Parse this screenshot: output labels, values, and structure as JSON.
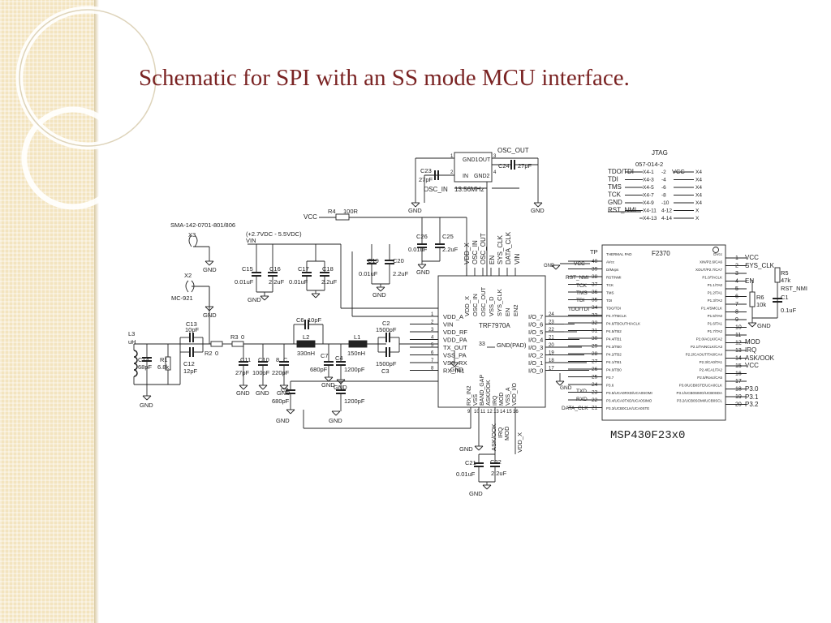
{
  "slide": {
    "title": "Schematic for SPI with an SS mode MCU interface."
  },
  "colors": {
    "title": "#7a2323",
    "sidebar": "#f3e4bf",
    "line": "#222222"
  },
  "schematic": {
    "crystal": {
      "osc_out": "OSC_OUT",
      "osc_in": "OSC_IN",
      "freq": "13.56MHz",
      "pin1": "GND1OUT",
      "pin2": "IN",
      "pin3": "GND2",
      "c23": "C23",
      "c23_val": "27pF",
      "c24": "C24",
      "c24_val": "27pF",
      "n1": "1",
      "n2": "2",
      "n3": "3",
      "n4": "4"
    },
    "jtag": {
      "title": "JTAG",
      "part": "057-014-2",
      "vcc": "VCC",
      "rows": [
        {
          "sig": "TDO/TDI",
          "pin": "X4-1",
          "num": "-2",
          "end": "X4"
        },
        {
          "sig": "TDI",
          "pin": "X4-3",
          "num": "-4",
          "end": "X4"
        },
        {
          "sig": "TMS",
          "pin": "X4-5",
          "num": "-6",
          "end": "X4"
        },
        {
          "sig": "TCK",
          "pin": "X4-7",
          "num": "-8",
          "end": "X4"
        },
        {
          "sig": "GND",
          "pin": "X4-9",
          "num": "-10",
          "end": "X4"
        },
        {
          "sig": "RST_NMI",
          "pin": "X4-11",
          "num": "4-12",
          "end": "X"
        },
        {
          "sig": "",
          "pin": "X4-13",
          "num": "4-14",
          "end": "X"
        }
      ]
    },
    "antenna": {
      "part": "SMA-142-0701-801/806",
      "x3": "X3",
      "x2": "X2",
      "mc": "MC-921"
    },
    "supply": {
      "vcc": "VCC",
      "r4": "R4",
      "r4_val": "100R",
      "range": "(+2.7VDC - 5.5VDC)",
      "vin": "VIN"
    },
    "caps": {
      "c15": "C15",
      "c16": "C16",
      "c17": "C17",
      "c18": "C18",
      "c19": "C19",
      "c20": "C20",
      "c25": "C25",
      "c26": "C26",
      "v001": "0.01uF",
      "v22": "2.2uF",
      "v01": "0.01uF",
      "v22b": "2.2uF"
    },
    "vertical_labels": [
      "VDD_X",
      "OSC_IN",
      "OSC_OUT",
      "EN",
      "SYS_CLK",
      "DATA_CLK",
      "VIN"
    ],
    "chip": {
      "name": "TRF7970A",
      "gndpad": "GND(PAD)",
      "pad_num": "33",
      "left_pins": [
        "VDD_A",
        "VIN",
        "VDD_RF",
        "VDD_PA",
        "TX_OUT",
        "VSS_PA",
        "VSS_RX",
        "RX_IN1"
      ],
      "left_nums": [
        "1",
        "2",
        "3",
        "4",
        "5",
        "6",
        "7",
        "8"
      ],
      "right_pins": [
        "I/O_7",
        "I/O_6",
        "I/O_5",
        "I/O_4",
        "I/O_3",
        "I/O_2",
        "I/O_1",
        "I/O_0"
      ],
      "right_nums": [
        "24",
        "23",
        "22",
        "21",
        "20",
        "19",
        "18",
        "17"
      ],
      "top_pins": [
        "VDD_X",
        "OSC_IN",
        "OSC_OUT",
        "VSS_D",
        "SYS_CLK",
        "EN",
        "EN2"
      ],
      "bottom_pins": [
        "RX_IN2",
        "VSS",
        "BAND_GAP",
        "ASK/OOK",
        "IRQ",
        "MOD",
        "VSS_A",
        "VDD_I/O"
      ],
      "bottom_nums": [
        "9",
        "10",
        "11",
        "12",
        "13",
        "14",
        "15",
        "16"
      ]
    },
    "rf": {
      "l3": "L3",
      "uh": "uH",
      "c14": "C14",
      "c14_val": "68pF",
      "r1": "R1",
      "r1_val": "6.8k",
      "c13": "C13",
      "c13_val": "10pF",
      "c12": "C12",
      "c12_val": "12pF",
      "r2": "R2",
      "r2_val": "0",
      "r3": "R3",
      "r3_val": "0",
      "c11": "C11",
      "c10": "C10",
      "c8": "8",
      "c": "C",
      "v27": "27pF",
      "v100": "100pF",
      "v220": "220pF",
      "c6": "C6",
      "c6_val": "10pF",
      "l2": "L2",
      "l2_val": "330nH",
      "c7": "C7",
      "c7_val": "680pF",
      "c4": "C4",
      "c4_val": "1200pF",
      "l1": "L1",
      "l1_val": "150nH",
      "c2": "C2",
      "c2_val": "1500pF",
      "c3": "C3",
      "c3_val": "1500pF",
      "c9": "C9",
      "c9_val": "680pF",
      "c5": "C5",
      "c5_val": "1200pF"
    },
    "bottom": {
      "ask": "ASK/OOK",
      "irq": "IRQ",
      "mod": "MOD",
      "vddx": "VDD_X",
      "c21": "C21",
      "c22": "C22",
      "v001": "0.01uF",
      "v22": "2.2uF"
    },
    "mcu": {
      "name": "F2370",
      "label": "MSP430F23x0",
      "tp": "TP",
      "vcc": "VCC",
      "left_labels": [
        "THERMAL PAD",
        "AVcc",
        "D/Mvps",
        "RST/NMI",
        "TCK",
        "TMS",
        "TDI",
        "TDO/TDI",
        "P4.7/TBCLK",
        "P4.6/TBOUTH/ACLK",
        "P4.5/TB2",
        "P4.4/TB1",
        "P4.3/TB0",
        "P4.2/TB2",
        "P4.1/TB1",
        "P4.0/TB0",
        "P3.7",
        "P3.6",
        "P3.5/UCA0RXD/UCA0SOMI",
        "P3.4/UCA0TXD/UCA0SIMO",
        "P3.3/UCB0CLK/UCA0STE"
      ],
      "left_nums": [
        "40",
        "39",
        "38",
        "37",
        "36",
        "35",
        "34",
        "33",
        "32",
        "31",
        "30",
        "29",
        "28",
        "27",
        "26",
        "25",
        "24",
        "23",
        "22",
        "21"
      ],
      "left_ext": [
        "VCC",
        "RST_NMI",
        "TCK",
        "TMS",
        "TDI",
        "TDO/TDI",
        "TXD",
        "RXD",
        "DATA_CLK"
      ],
      "right_labels": [
        "DVcc",
        "XIN/P2.6/CA6",
        "XOUT/P2.7/CA7",
        "P1.0/TACLK",
        "P1.1/TA0",
        "P1.2/TA1",
        "P1.3/TA2",
        "P1.4/SMCLK",
        "P1.5/TA0",
        "P1.6/TA1",
        "P1.7/TA2",
        "P2.0/ACLK/CA2",
        "P2.1/TAINCLK/CA3",
        "P2.2/CAOUT/TA0/CA4",
        "P2.3/CA0/TA1",
        "P2.4/CA1/TA2",
        "P2.5/Rosc/CA5",
        "P3.0/UCB0STE/UCA0CLK",
        "P3.1/UCB0SIMO/UCB0SDA",
        "P3.2/UCB0SOMI/UCB0SCL"
      ],
      "right_nums": [
        "1",
        "2",
        "3",
        "4",
        "5",
        "6",
        "7",
        "8",
        "9",
        "10",
        "11",
        "12",
        "13",
        "14",
        "15",
        "16",
        "17",
        "18",
        "19",
        "20"
      ],
      "right_ext": [
        "VCC",
        "SYS_CLK",
        "EN",
        "MOD",
        "IRQ",
        "ASK/OOK",
        "VCC",
        "P3.0",
        "P3.1",
        "P3.2"
      ],
      "r5": "R5",
      "r5_val": "47k",
      "rst": "RST_NMI",
      "r6": "R6",
      "r6_val": "10k",
      "c1": "C1",
      "c1_val": "0.1uF"
    },
    "gnd": "GND"
  }
}
